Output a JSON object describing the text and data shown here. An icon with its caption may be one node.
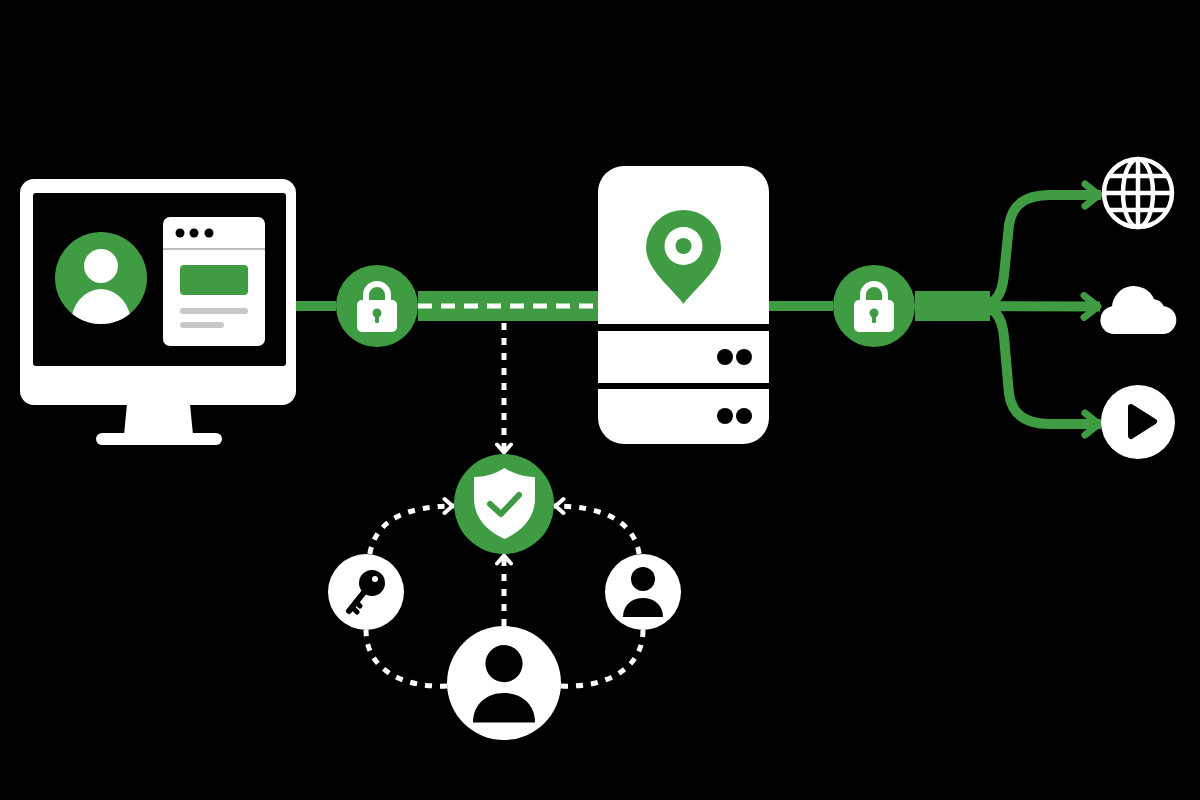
{
  "diagram": {
    "nodes": [
      {
        "text": [],
        "shape": "picture"
      },
      {
        "text": [],
        "shape": "circle"
      },
      {
        "text": [],
        "shape": "picture"
      },
      {
        "text": [],
        "shape": "circle"
      },
      {
        "text": [],
        "shape": "picture"
      },
      {
        "text": [],
        "shape": "cloud"
      },
      {
        "text": [],
        "shape": "circle"
      },
      {
        "text": [],
        "shape": "circle"
      },
      {
        "text": [],
        "shape": "circle"
      },
      {
        "text": [],
        "shape": "circle"
      },
      {
        "text": [],
        "shape": "circle"
      }
    ],
    "edges": [
      {
        "from": 0,
        "to": 1,
        "arrow": "none",
        "style": "thick"
      },
      {
        "from": 1,
        "to": 2,
        "arrow": "none",
        "style": "thick"
      },
      {
        "from": 2,
        "to": 3,
        "arrow": "none",
        "style": "thick"
      },
      {
        "from": 3,
        "to": 4,
        "arrow": "to",
        "style": "thick"
      },
      {
        "from": 3,
        "to": 5,
        "arrow": "to",
        "style": "thick"
      },
      {
        "from": 3,
        "to": 6,
        "arrow": "to",
        "style": "thick"
      },
      {
        "from": null,
        "to": 7,
        "arrow": "to",
        "style": "dashed",
        "color": "#ffffff"
      },
      {
        "from": 8,
        "to": 7,
        "arrow": "to",
        "style": "dashed",
        "color": "#ffffff"
      },
      {
        "from": 9,
        "to": 7,
        "arrow": "to",
        "style": "dashed",
        "color": "#ffffff"
      },
      {
        "from": 10,
        "to": 7,
        "arrow": "to",
        "style": "dashed",
        "color": "#ffffff"
      },
      {
        "from": 10,
        "to": 8,
        "arrow": "none",
        "style": "dashed",
        "color": "#ffffff"
      },
      {
        "from": 10,
        "to": 9,
        "arrow": "none",
        "style": "dashed",
        "color": "#ffffff"
      }
    ]
  }
}
